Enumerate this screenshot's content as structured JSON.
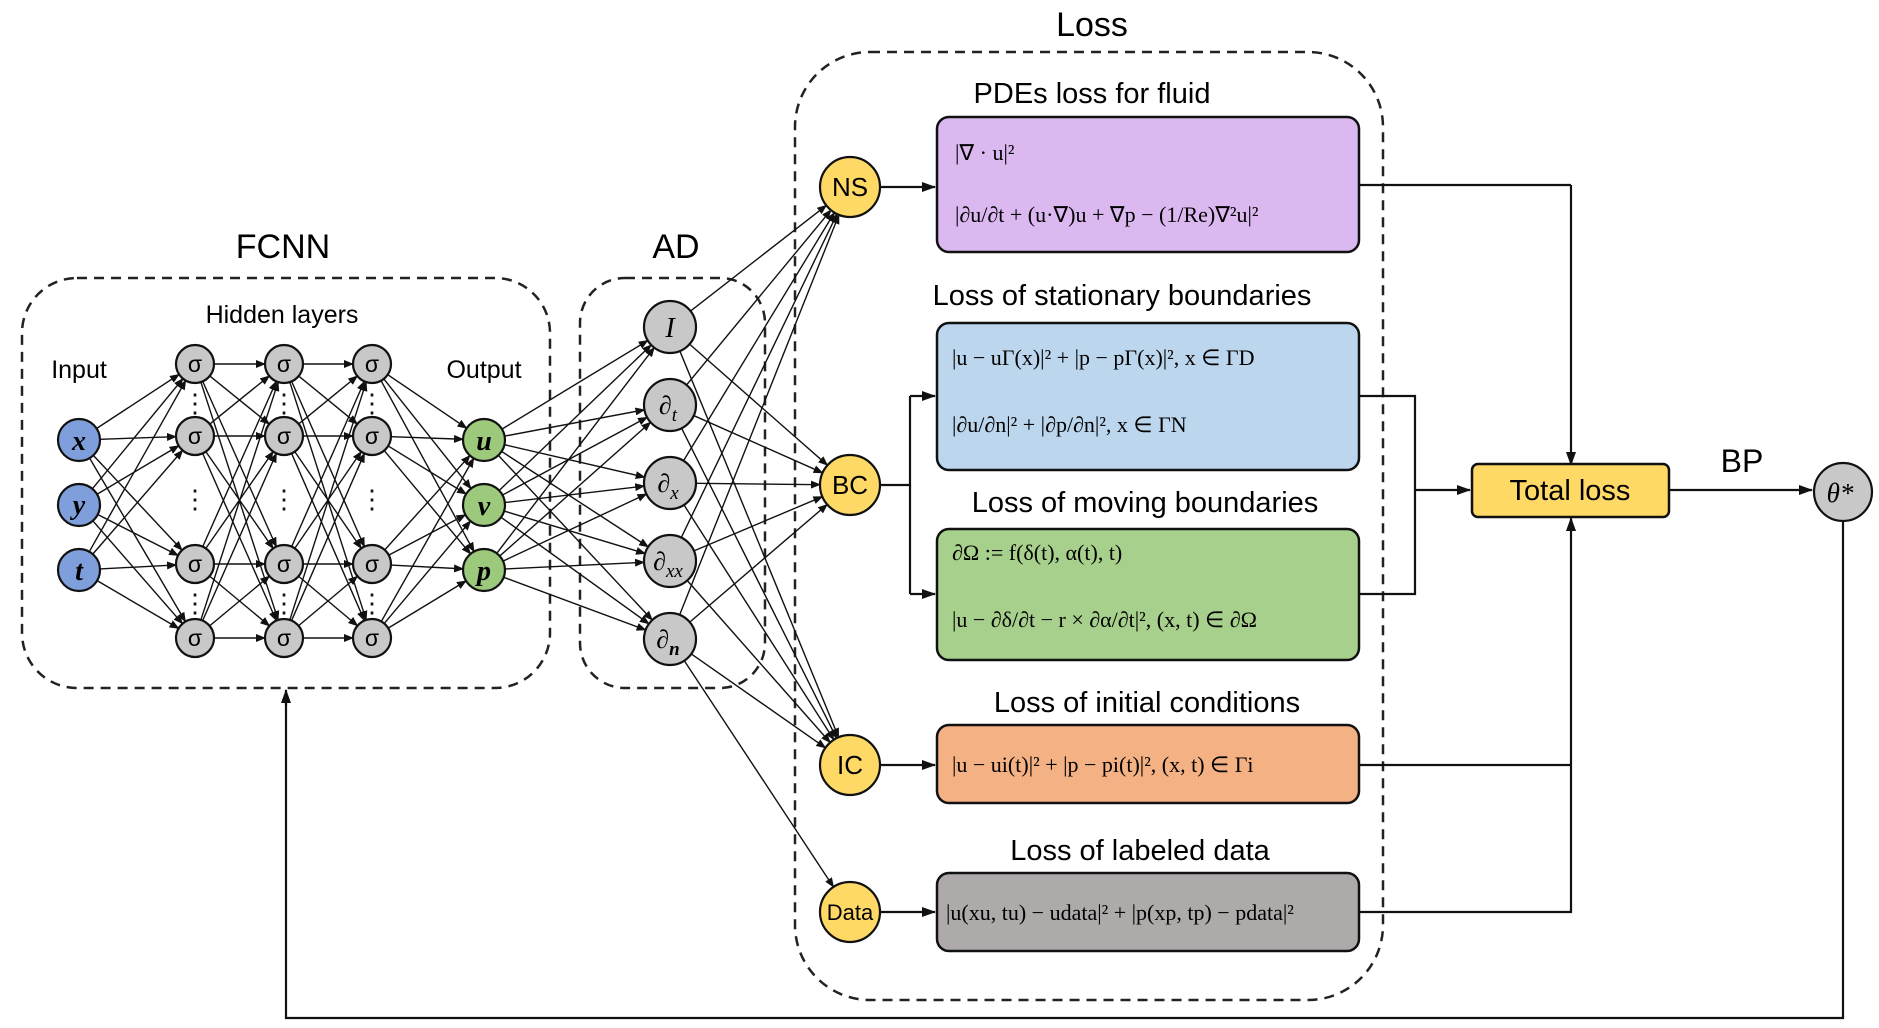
{
  "titles": {
    "fcnn": "FCNN",
    "ad": "AD",
    "loss": "Loss",
    "hidden_layers": "Hidden layers",
    "input": "Input",
    "output": "Output",
    "bp": "BP"
  },
  "inputs": [
    "x",
    "y",
    "t"
  ],
  "outputs": [
    "u",
    "v",
    "p"
  ],
  "hidden_symbol": "σ",
  "ad_ops": {
    "identity": "I",
    "d_t": "∂t",
    "d_x": "∂x",
    "d_xx": "∂xx",
    "d_n": "∂n"
  },
  "loss_terms": [
    "NS",
    "BC",
    "IC",
    "Data"
  ],
  "boxes": {
    "pde": {
      "title": "PDEs loss for fluid",
      "eq1": "|∇ · u|²",
      "eq2": "|∂u/∂t + (u·∇)u + ∇p − (1/Re)∇²u|²",
      "color": "#dcb8f0"
    },
    "stationary": {
      "title": "Loss of stationary boundaries",
      "eq1": "|u − uΓ(x)|² + |p − pΓ(x)|²,   x ∈ ΓD",
      "eq2": "|∂u/∂n|² + |∂p/∂n|²,   x ∈ ΓN",
      "color": "#bcd6ee"
    },
    "moving": {
      "title": "Loss of moving boundaries",
      "eq1": "∂Ω := f(δ(t), α(t), t)",
      "eq2": "|u − ∂δ/∂t − r × ∂α/∂t|²,   (x, t) ∈ ∂Ω",
      "color": "#a8d08d"
    },
    "initial": {
      "title": "Loss of initial conditions",
      "eq1": "|u − ui(t)|² + |p − pi(t)|²,   (x, t) ∈ Γi",
      "color": "#f4b183"
    },
    "data": {
      "title": "Loss of labeled data",
      "eq1": "|u(xu, tu) − udata|² + |p(xp, tp) − pdata|²",
      "color": "#aeaaaa"
    }
  },
  "total_loss": "Total loss",
  "theta": "θ*",
  "colors": {
    "input_node": "#7f9fdc",
    "output_node": "#9dc97d",
    "hidden_node": "#c8c8c8",
    "loss_node": "#ffd966",
    "total_loss": "#ffd966"
  }
}
